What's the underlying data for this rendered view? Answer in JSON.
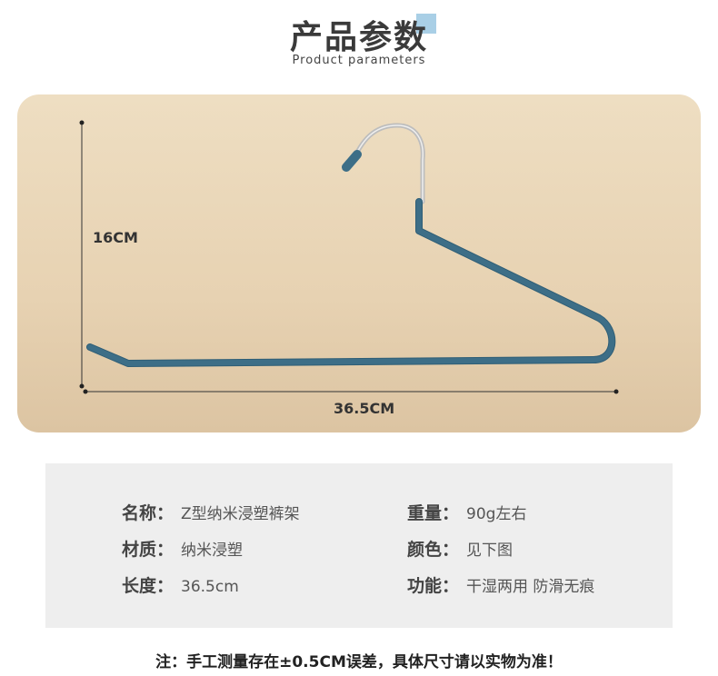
{
  "header": {
    "title": "产品参数",
    "subtitle": "Product parameters"
  },
  "product": {
    "height_label": "16CM",
    "width_label": "36.5CM",
    "hanger_color": "#3d6e87",
    "hook_color": "#c8c8c8"
  },
  "specs": {
    "left": [
      {
        "label": "名称：",
        "value": "Z型纳米浸塑裤架"
      },
      {
        "label": "材质：",
        "value": "纳米浸塑"
      },
      {
        "label": "长度：",
        "value": "36.5cm"
      }
    ],
    "right": [
      {
        "label": "重量：",
        "value": "90g左右"
      },
      {
        "label": "颜色：",
        "value": "见下图"
      },
      {
        "label": "功能：",
        "value": "干湿两用 防滑无痕"
      }
    ]
  },
  "note": "注：手工测量存在±0.5CM误差，具体尺寸请以实物为准！"
}
